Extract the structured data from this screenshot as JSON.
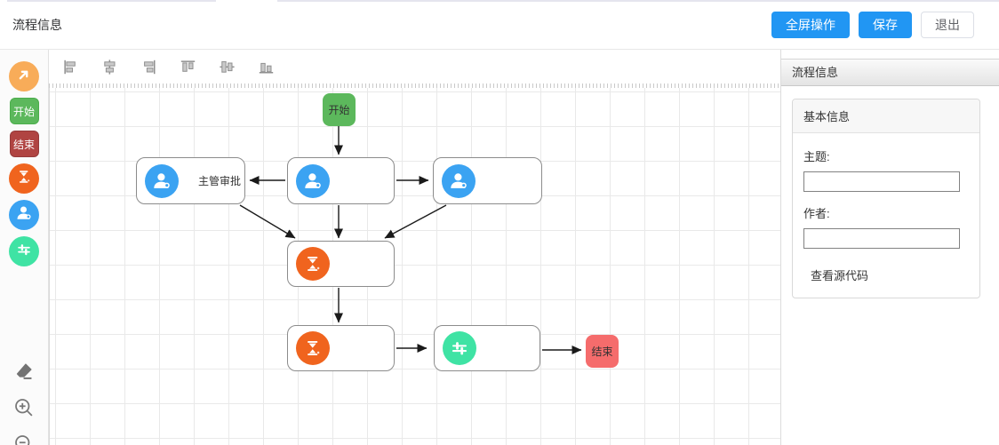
{
  "header": {
    "title": "流程信息",
    "buttons": {
      "fullscreen": "全屏操作",
      "save": "保存",
      "exit": "退出"
    }
  },
  "palette": {
    "items": [
      {
        "name": "pointer-tool",
        "icon": "arrow-up-right-icon",
        "color": "#F8AC59",
        "label": ""
      },
      {
        "name": "start-node-tool",
        "icon": "",
        "color": "#5CB85C",
        "label": "开始"
      },
      {
        "name": "end-node-tool",
        "icon": "",
        "color": "#B04442",
        "label": "结束"
      },
      {
        "name": "task-node-tool",
        "icon": "hourglass-icon",
        "color": "#F0641E",
        "label": ""
      },
      {
        "name": "user-task-tool",
        "icon": "user-icon",
        "color": "#3BA3F2",
        "label": ""
      },
      {
        "name": "gateway-tool",
        "icon": "sliders-icon",
        "color": "#3FE3A4",
        "label": ""
      }
    ],
    "bottom_tools": [
      "eraser-icon",
      "zoom-in-icon",
      "zoom-out-icon"
    ]
  },
  "align_toolbar": [
    "align-left",
    "align-center-horizontal",
    "align-right",
    "align-top",
    "align-middle-vertical",
    "align-bottom"
  ],
  "diagram": {
    "nodes": [
      {
        "id": "start",
        "type": "start",
        "label": "开始"
      },
      {
        "id": "manager-approval",
        "type": "user-task",
        "label": "主管审批"
      },
      {
        "id": "user-task-2",
        "type": "user-task",
        "label": ""
      },
      {
        "id": "user-task-3",
        "type": "user-task",
        "label": ""
      },
      {
        "id": "task-1",
        "type": "task",
        "label": ""
      },
      {
        "id": "task-2",
        "type": "task",
        "label": ""
      },
      {
        "id": "gateway-1",
        "type": "gateway",
        "label": ""
      },
      {
        "id": "end",
        "type": "end",
        "label": "结束"
      }
    ],
    "edges": [
      {
        "from": "start",
        "to": "user-task-2"
      },
      {
        "from": "user-task-2",
        "to": "manager-approval"
      },
      {
        "from": "user-task-2",
        "to": "user-task-3"
      },
      {
        "from": "manager-approval",
        "to": "task-1"
      },
      {
        "from": "user-task-2",
        "to": "task-1"
      },
      {
        "from": "user-task-3",
        "to": "task-1"
      },
      {
        "from": "task-1",
        "to": "task-2"
      },
      {
        "from": "task-2",
        "to": "gateway-1"
      },
      {
        "from": "gateway-1",
        "to": "end"
      }
    ]
  },
  "panel": {
    "title": "流程信息",
    "card_title": "基本信息",
    "fields": [
      {
        "label": "主题:",
        "value": ""
      },
      {
        "label": "作者:",
        "value": ""
      }
    ],
    "link": "查看源代码"
  },
  "colors": {
    "primary_blue": "#2196F3",
    "start_green": "#5CB85C",
    "palette_end_red": "#B04442",
    "task_orange": "#F0641E",
    "user_blue": "#3BA3F2",
    "gateway_mint": "#3FE3A4",
    "pointer_amber": "#F8AC59",
    "canvas_end_red": "#F56C6C"
  }
}
